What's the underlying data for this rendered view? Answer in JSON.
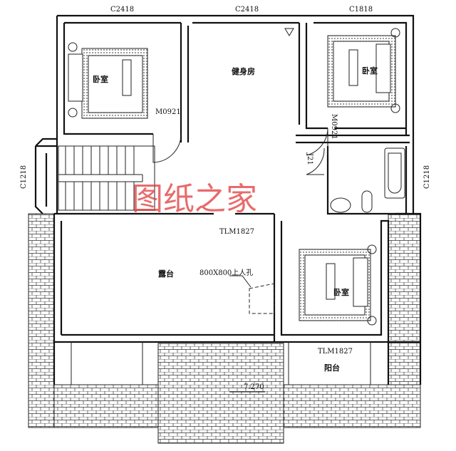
{
  "windows": {
    "top_left": "C2418",
    "top_mid": "C2418",
    "top_right": "C1818",
    "left": "C1218",
    "right": "C1218"
  },
  "doors": {
    "bed1": "M0921",
    "bed2": "M0921",
    "bath": "J21",
    "terrace": "TLM1827",
    "balcony": "TLM1827"
  },
  "rooms": {
    "bedroom1": "卧室",
    "bedroom2": "卧室",
    "bedroom3": "卧室",
    "gym": "健身房",
    "terrace": "露台",
    "balcony": "阳台"
  },
  "hatch": "800X800上人孔",
  "elevation": "7.270",
  "watermark": "图纸之家"
}
